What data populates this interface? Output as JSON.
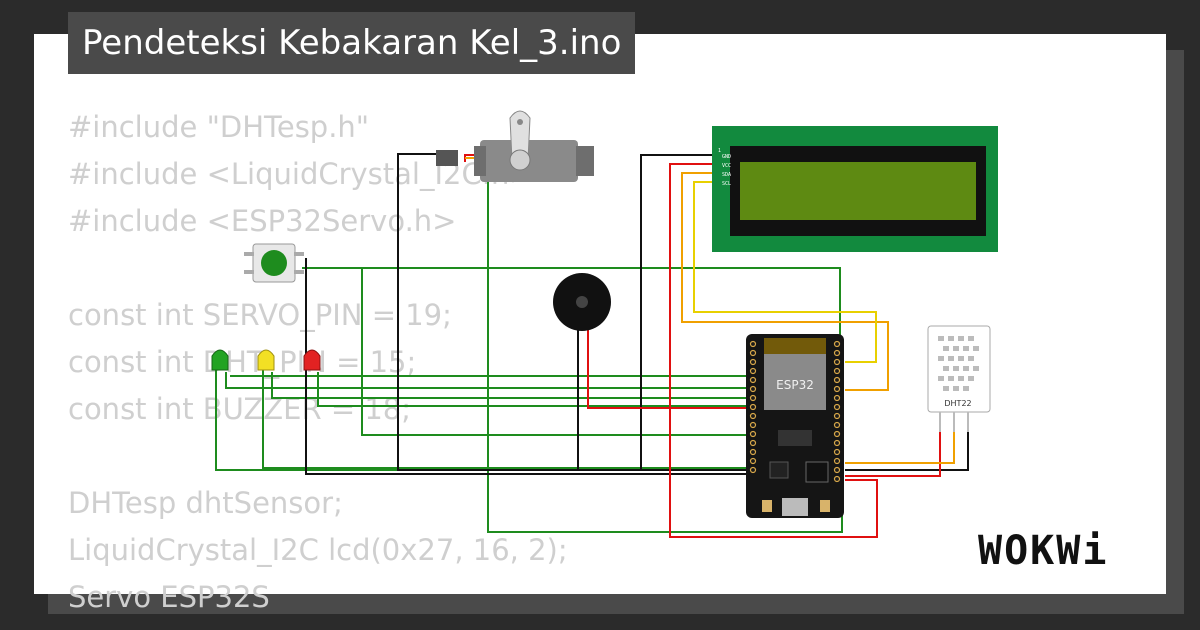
{
  "title": "Pendeteksi Kebakaran Kel_3.ino",
  "code_lines": [
    "#include \"DHTesp.h\"",
    "#include <LiquidCrystal_I2C.h>",
    "#include <ESP32Servo.h>",
    "",
    "const int SERVO_PIN = 19;",
    "const int DHT_PIN = 15;",
    "const int BUZZER = 18;",
    "",
    "DHTesp dhtSensor;",
    "LiquidCrystal_I2C lcd(0x27, 16, 2);",
    "Servo ESP32S"
  ],
  "components": {
    "esp32_label": "ESP32",
    "dht_label": "DHT22",
    "lcd_pins": [
      "GND",
      "VCC",
      "SDA",
      "SCL"
    ]
  },
  "logo": "WOKWi",
  "colors": {
    "wire_green": "#1e8c1e",
    "wire_black": "#111111",
    "wire_red": "#e01010",
    "wire_orange": "#f0a000",
    "wire_yellow": "#e8d000",
    "lcd_board": "#128a3e",
    "lcd_screen": "#5e8a12",
    "esp_board": "#151515"
  }
}
